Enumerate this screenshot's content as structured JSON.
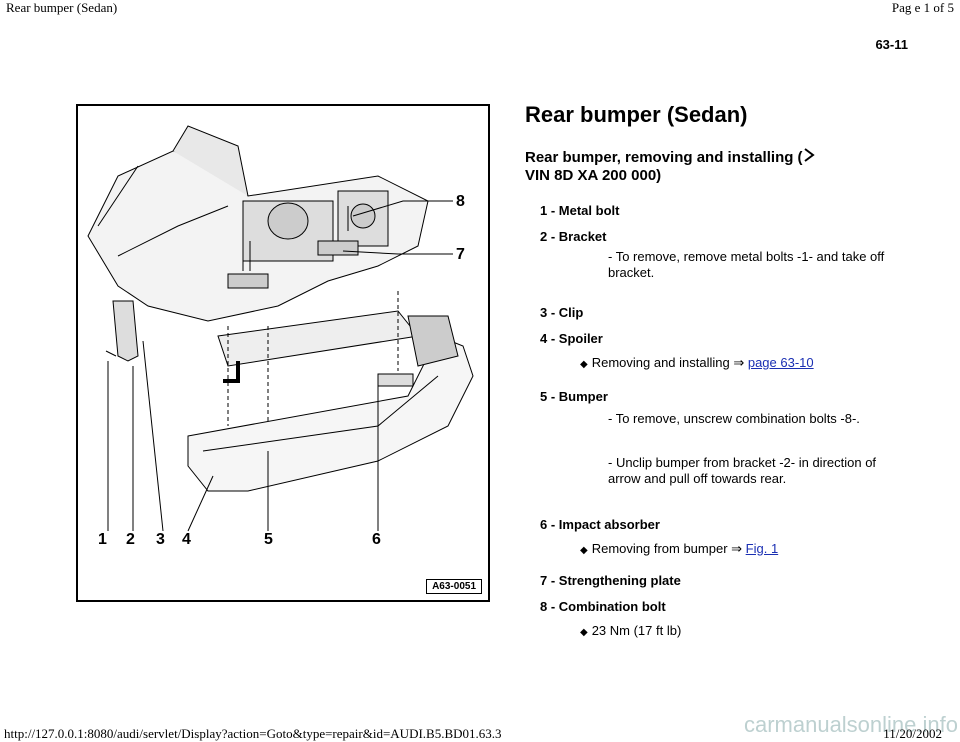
{
  "header": {
    "left": "Rear bumper (Sedan)",
    "right": "Pag e 1 of 5"
  },
  "page_number": "63-11",
  "title": "Rear bumper (Sedan)",
  "subtitle_line1": "Rear bumper, removing and installing (",
  "subtitle_line2": "VIN 8D XA 200 000)",
  "figure": {
    "code": "A63-0051",
    "callouts": [
      "1",
      "2",
      "3",
      "4",
      "5",
      "6",
      "7",
      "8"
    ]
  },
  "items": [
    {
      "label": "1 - Metal bolt"
    },
    {
      "label": "2 - Bracket"
    },
    {
      "label": "3 - Clip"
    },
    {
      "label": "4 - Spoiler"
    },
    {
      "label": "5 - Bumper"
    },
    {
      "label": "6 - Impact absorber"
    },
    {
      "label": "7 - Strengthening plate"
    },
    {
      "label": "8 - Combination bolt"
    }
  ],
  "notes": {
    "bracket": "- To remove, remove metal bolts -1- and take off bracket.",
    "spoiler_text": "Removing and installing ⇒ ",
    "spoiler_link": "page 63-10",
    "bumper_1": "- To remove, unscrew combination bolts -8-.",
    "bumper_2": "- Unclip bumper from bracket -2- in direction of arrow and pull off towards rear.",
    "absorber_text": "Removing from bumper ⇒ ",
    "absorber_link": "Fig. 1",
    "bolt_torque": "23 Nm (17 ft lb)"
  },
  "footer": {
    "url": "http://127.0.0.1:8080/audi/servlet/Display?action=Goto&type=repair&id=AUDI.B5.BD01.63.3",
    "date": "11/20/2002",
    "watermark": "carmanualsonline.info"
  }
}
